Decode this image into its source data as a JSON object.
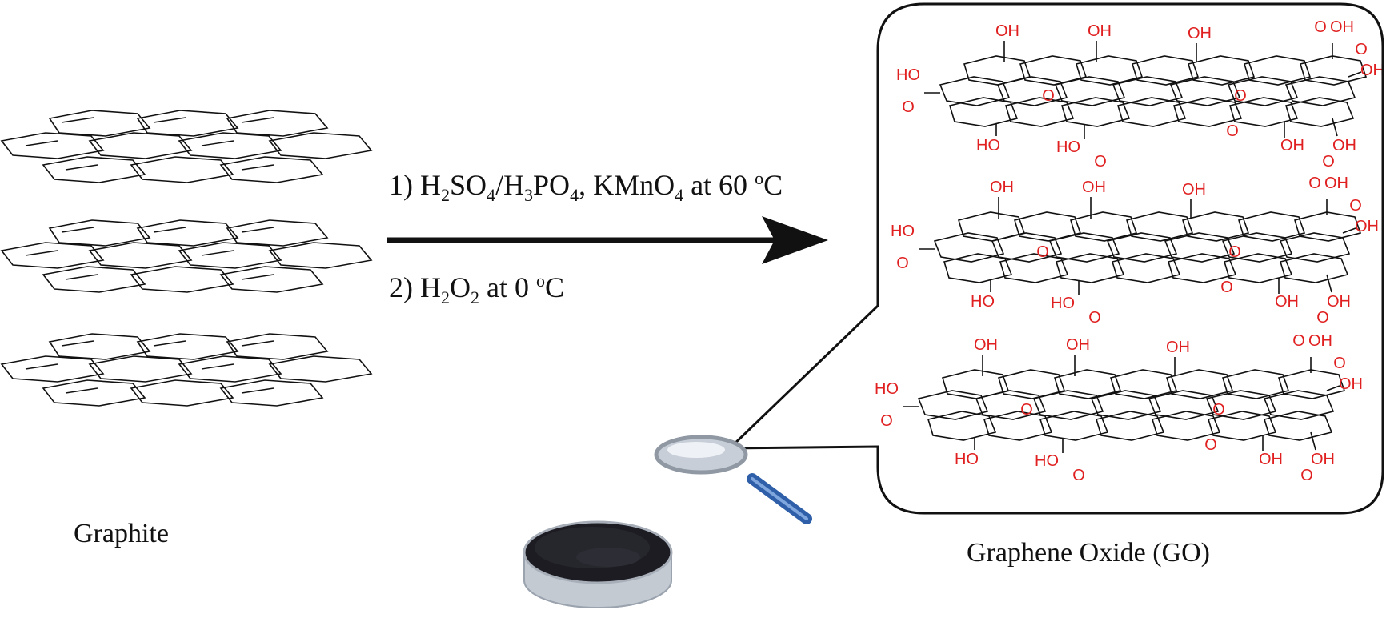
{
  "labels": {
    "graphite": "Graphite",
    "product": "Graphene Oxide (GO)"
  },
  "conditions": {
    "step1": {
      "n": "1) H",
      "s1": "2",
      "a": "SO",
      "s2": "4",
      "b": "/H",
      "s3": "3",
      "c": "PO",
      "s4": "4",
      "d": ", KMnO",
      "s5": "4",
      "e": " at 60 ",
      "deg": "o",
      "f": "C"
    },
    "step2": {
      "n": "2) H",
      "s1": "2",
      "a": "O",
      "s2": "2",
      "b": " at 0 ",
      "deg": "o",
      "c": "C"
    }
  },
  "groups": {
    "hydroxyl": "OH",
    "hydroxyl_left": "HO",
    "oxygen": "O"
  },
  "colors": {
    "bonds": "#111111",
    "functional_groups": "#e02020",
    "powder": "#1c1c22",
    "glass": "#cfd6df",
    "handle": "#2f5fa8"
  }
}
